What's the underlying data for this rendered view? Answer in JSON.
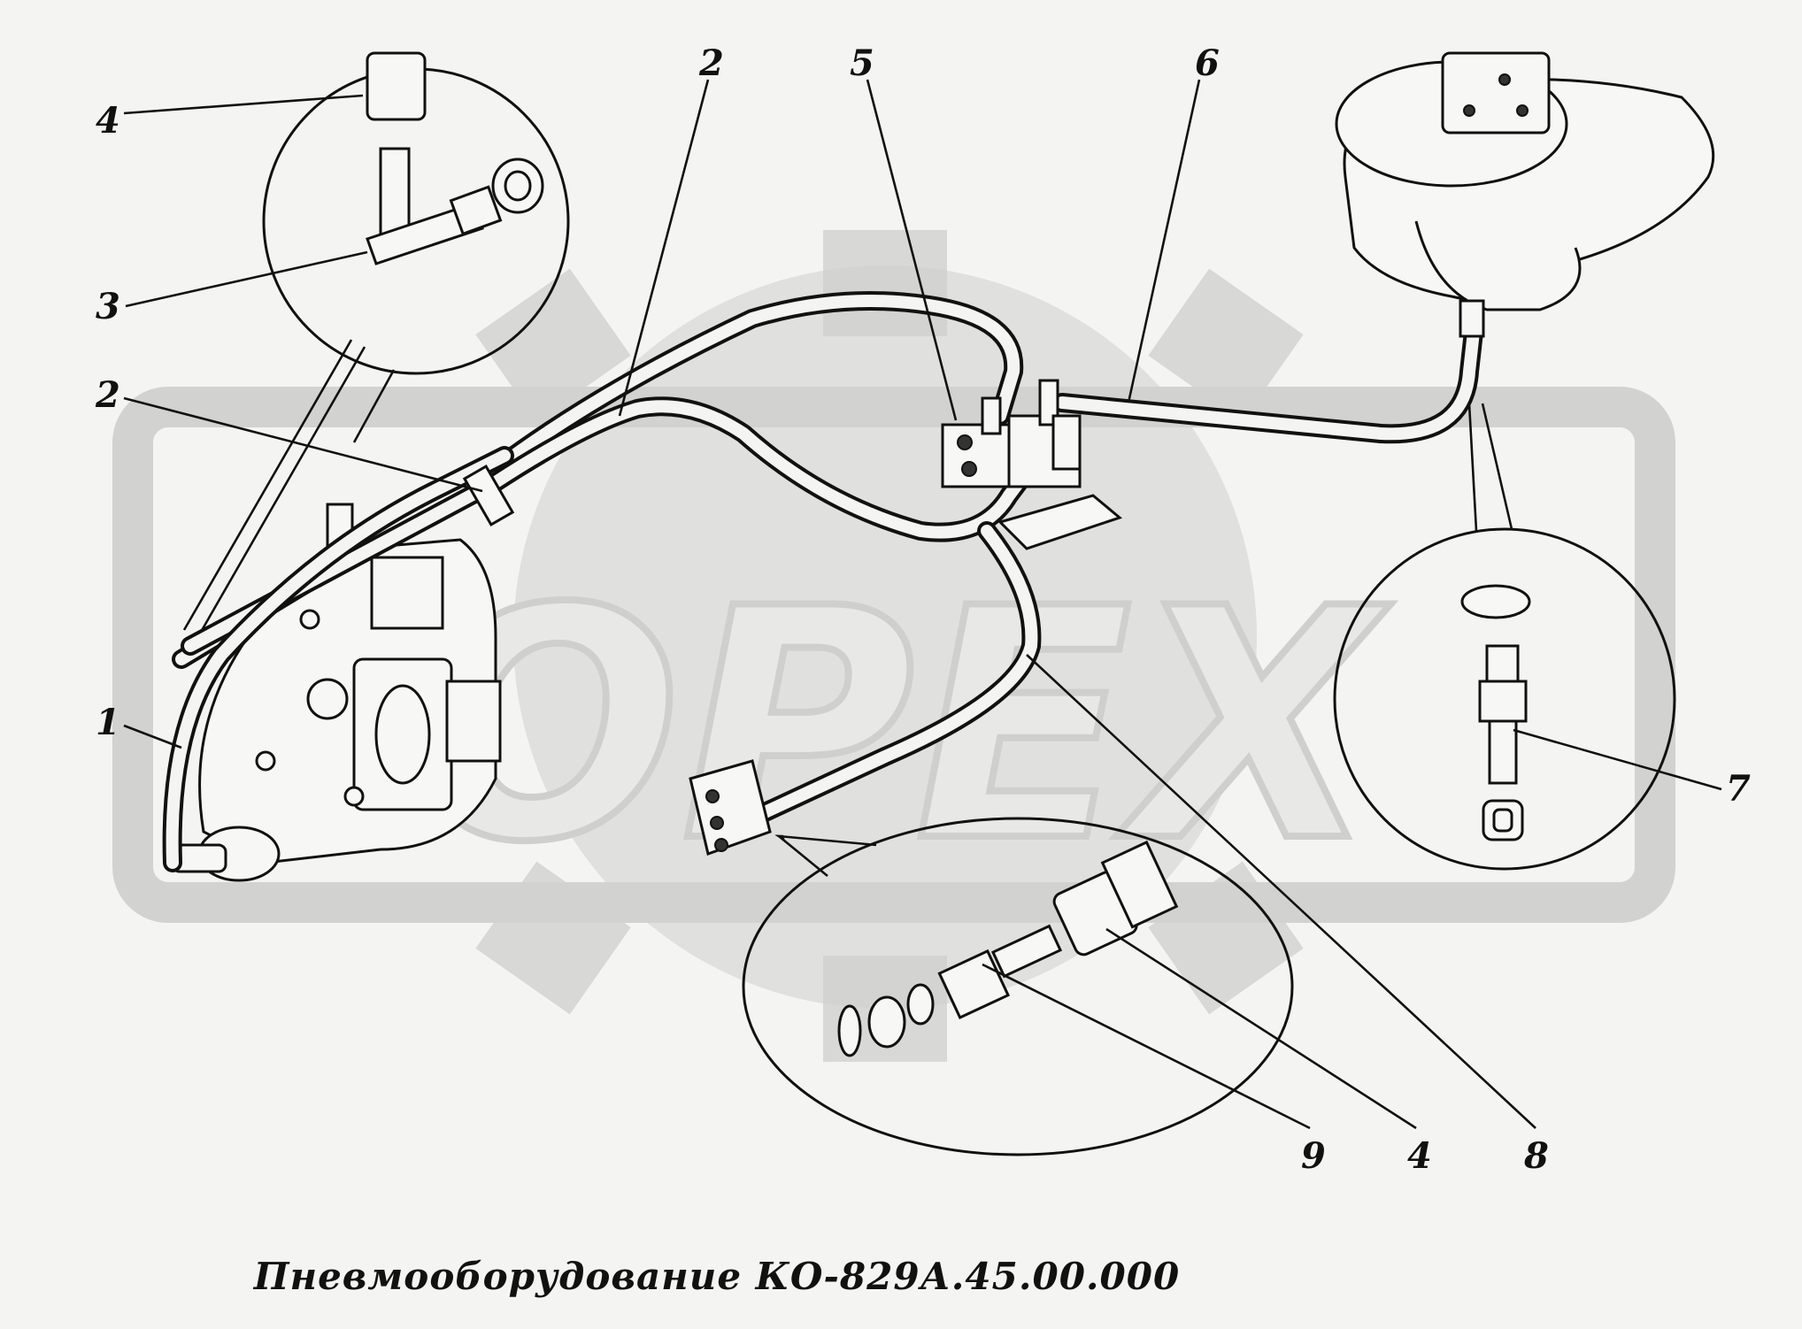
{
  "callouts": {
    "c1": "1",
    "c2a": "2",
    "c2b": "2",
    "c3": "3",
    "c4a": "4",
    "c4b": "4",
    "c5": "5",
    "c6": "6",
    "c7": "7",
    "c8": "8",
    "c9": "9"
  },
  "watermark": {
    "text": "OPEX",
    "color": "#cfcfcd"
  },
  "caption": "Пневмооборудование КО-829А.45.00.000"
}
